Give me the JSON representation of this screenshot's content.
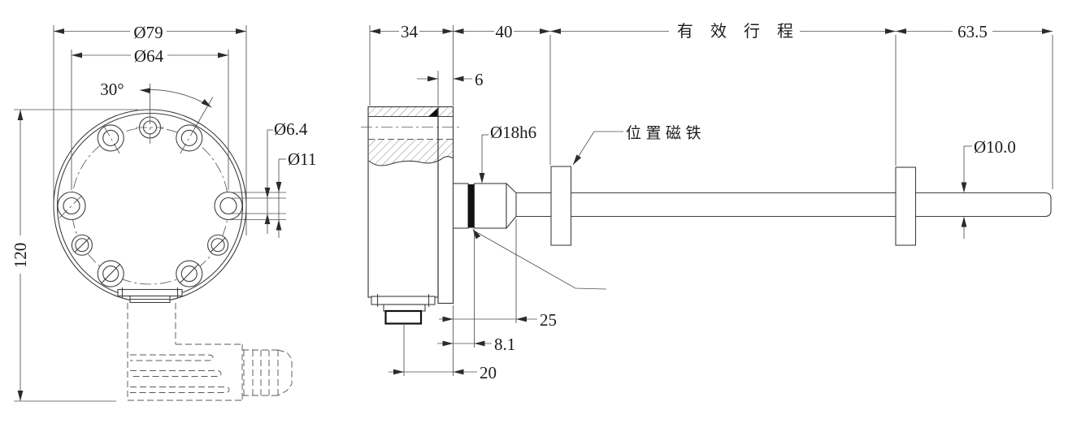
{
  "drawing": {
    "front_view": {
      "dim_outer_diameter": "Ø79",
      "dim_bolt_circle_diameter": "Ø64",
      "dim_hole_angle": "30°",
      "dim_hole_diameter": "Ø6.4",
      "dim_counterbore_diameter": "Ø11",
      "dim_overall_height": "120"
    },
    "side_view": {
      "dim_body_length": "34",
      "dim_null_zone": "40",
      "label_effective_stroke": "有效行程",
      "dim_end_dead_zone": "63.5",
      "dim_flange_thickness": "6",
      "dim_boss_diameter": "Ø18h6",
      "label_position_magnet": "位置磁铁",
      "dim_rod_diameter": "Ø10.0",
      "dim_boss_length": "25",
      "dim_seal_offset": "8.1",
      "dim_connector_offset": "20"
    },
    "colors": {
      "line": "#3f3f3f",
      "solid_fill": "#111111",
      "background": "#ffffff"
    }
  }
}
